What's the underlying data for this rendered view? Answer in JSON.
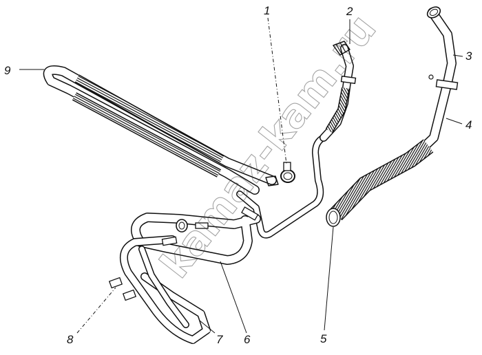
{
  "diagram": {
    "callouts": [
      "1",
      "2",
      "3",
      "4",
      "5",
      "6",
      "7",
      "8",
      "9"
    ],
    "watermark": "kamaz-kam.ru"
  }
}
